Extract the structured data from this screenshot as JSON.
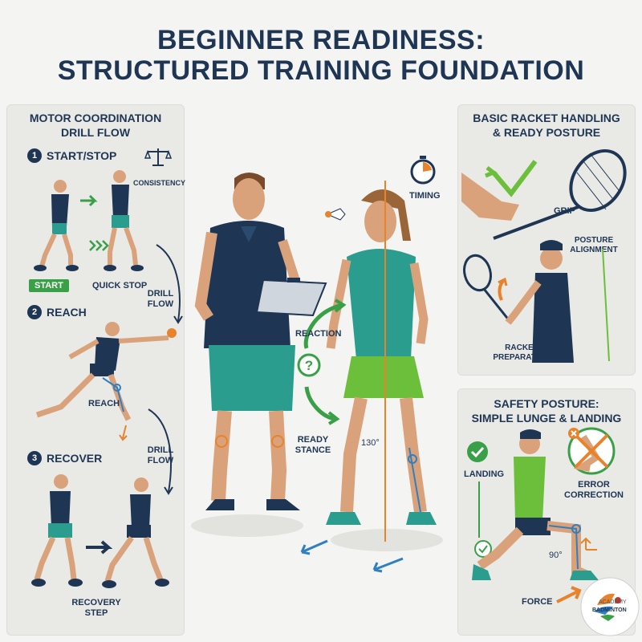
{
  "title": {
    "line1": "BEGINNER READINESS:",
    "line2": "STRUCTURED TRAINING FOUNDATION"
  },
  "left_panel": {
    "title_line1": "MOTOR COORDINATION",
    "title_line2": "DRILL FLOW",
    "steps": [
      {
        "num": "1",
        "label": "START/STOP"
      },
      {
        "num": "2",
        "label": "REACH"
      },
      {
        "num": "3",
        "label": "RECOVER"
      }
    ],
    "labels": {
      "consistency": "CONSISTENCY",
      "start": "START",
      "quick_stop": "QUICK STOP",
      "drill_flow_1a": "DRILL",
      "drill_flow_1b": "FLOW",
      "reach": "REACH",
      "drill_flow_2a": "DRILL",
      "drill_flow_2b": "FLOW",
      "recovery_a": "RECOVERY",
      "recovery_b": "STEP"
    }
  },
  "center": {
    "timing": "TIMING",
    "reaction": "REACTION",
    "ready_a": "READY",
    "ready_b": "STANCE",
    "angle": "130°"
  },
  "right_top": {
    "title_line1": "BASIC RACKET HANDLING",
    "title_line2": "& READY POSTURE",
    "grip": "GRIP",
    "posture_a": "POSTURE",
    "posture_b": "ALIGNMENT",
    "prep_a": "RACKET",
    "prep_b": "PREPARATION"
  },
  "right_bottom": {
    "title_line1": "SAFETY POSTURE:",
    "title_line2": "SIMPLE LUNGE & LANDING",
    "landing": "LANDING",
    "error_a": "ERROR",
    "error_b": "CORRECTION",
    "angle": "90°",
    "force": "FORCE"
  },
  "logo": {
    "line1": "ACADEMY",
    "line2": "BADMINTON"
  },
  "colors": {
    "navy": "#1e3554",
    "green": "#3aa047",
    "teal": "#2a9d8f",
    "orange": "#e8822b",
    "blue": "#2f7fc1"
  }
}
